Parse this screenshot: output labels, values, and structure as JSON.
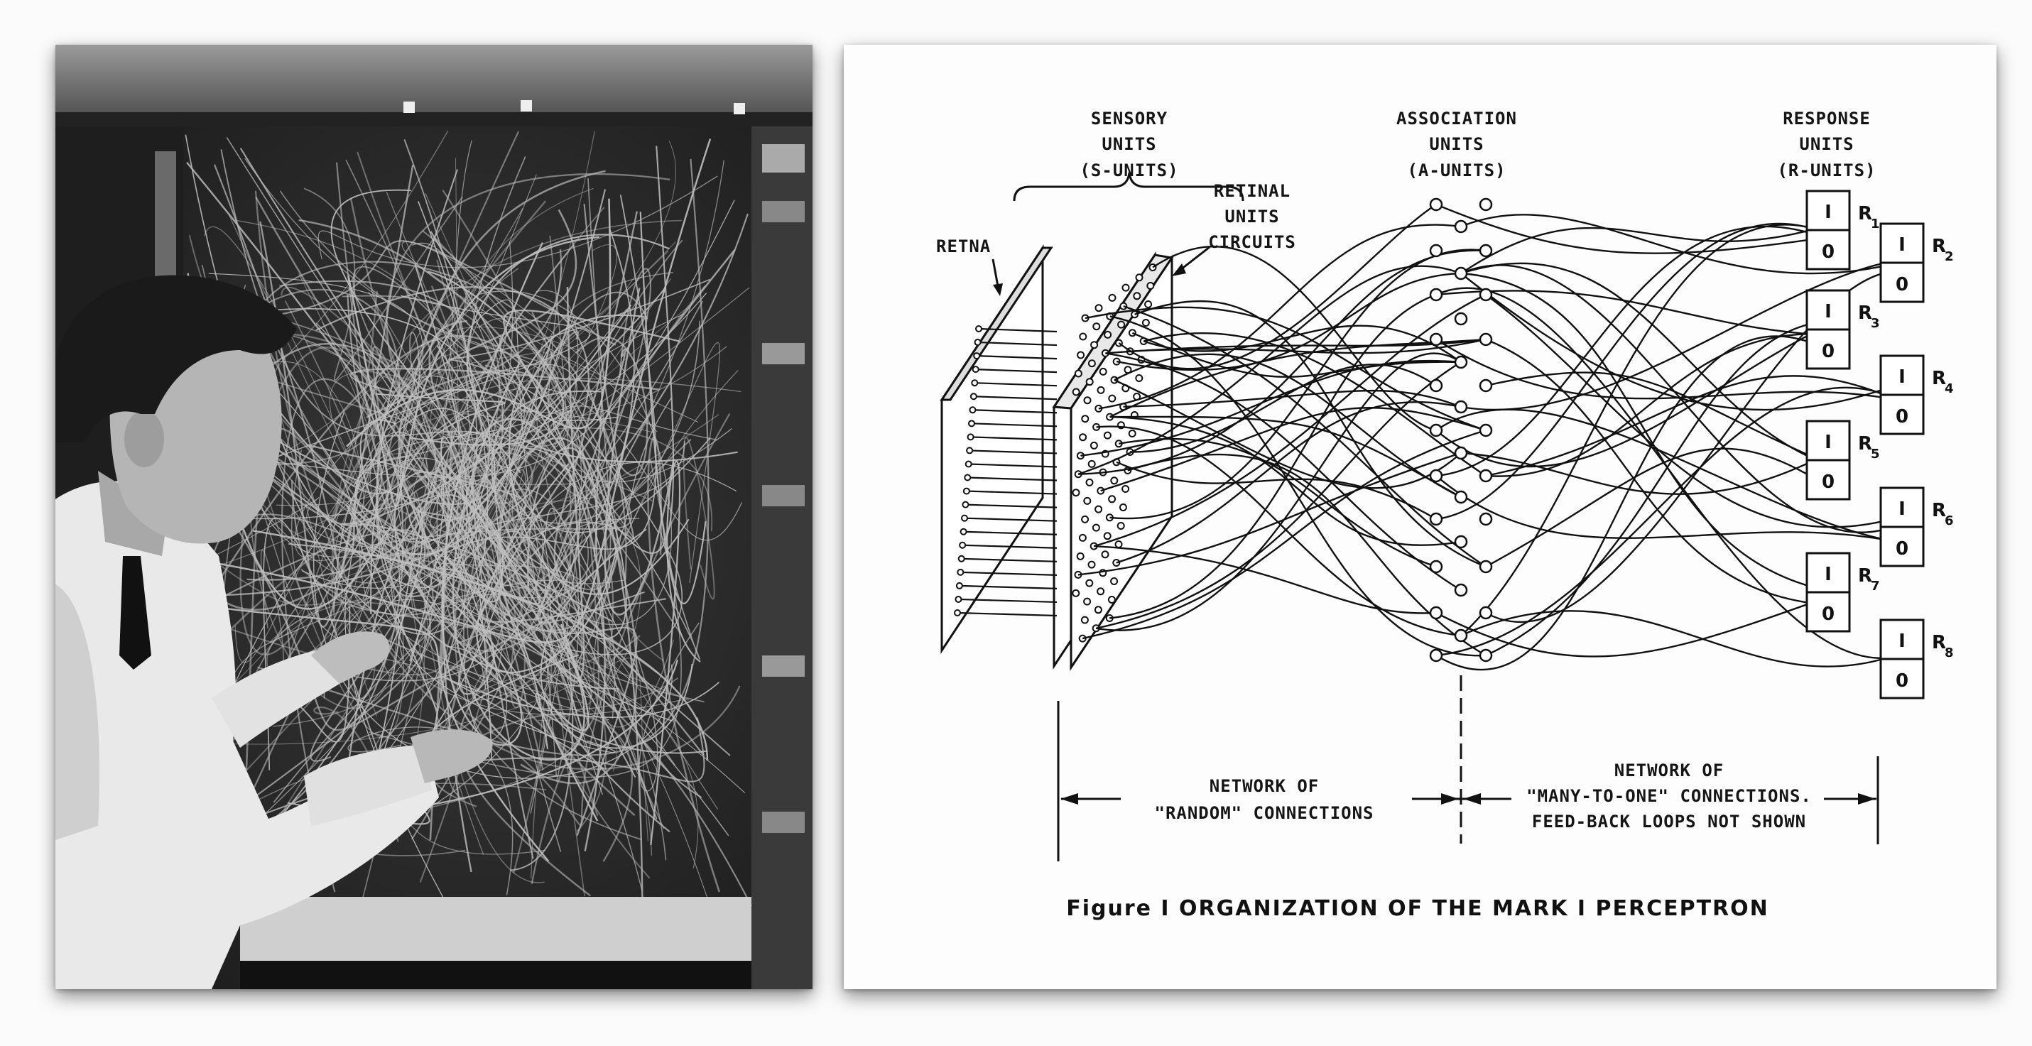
{
  "photo": {
    "icon": "perceptron-wiring-photo"
  },
  "diagram": {
    "sensory_label": [
      "SENSORY",
      "UNITS",
      "(S-UNITS)"
    ],
    "retina_label": "RETNA",
    "retinal_label": [
      "RETINAL",
      "UNITS",
      "CIRCUITS"
    ],
    "association_label": [
      "ASSOCIATION",
      "UNITS",
      "(A-UNITS)"
    ],
    "response_label": [
      "RESPONSE",
      "UNITS",
      "(R-UNITS)"
    ],
    "response_units": [
      {
        "letter": "R",
        "sub": "1",
        "top": "I",
        "bottom": "0"
      },
      {
        "letter": "R",
        "sub": "2",
        "top": "I",
        "bottom": "0"
      },
      {
        "letter": "R",
        "sub": "3",
        "top": "I",
        "bottom": "0"
      },
      {
        "letter": "R",
        "sub": "4",
        "top": "I",
        "bottom": "0"
      },
      {
        "letter": "R",
        "sub": "5",
        "top": "I",
        "bottom": "0"
      },
      {
        "letter": "R",
        "sub": "6",
        "top": "I",
        "bottom": "0"
      },
      {
        "letter": "R",
        "sub": "7",
        "top": "I",
        "bottom": "0"
      },
      {
        "letter": "R",
        "sub": "8",
        "top": "I",
        "bottom": "0"
      }
    ],
    "random_network_label": [
      "NETWORK OF",
      "\"RANDOM\" CONNECTIONS"
    ],
    "many_to_one_label": [
      "NETWORK OF",
      "\"MANY-TO-ONE\" CONNECTIONS.",
      "FEED-BACK LOOPS NOT SHOWN"
    ],
    "caption": "Figure I   ORGANIZATION OF THE MARK I PERCEPTRON"
  }
}
